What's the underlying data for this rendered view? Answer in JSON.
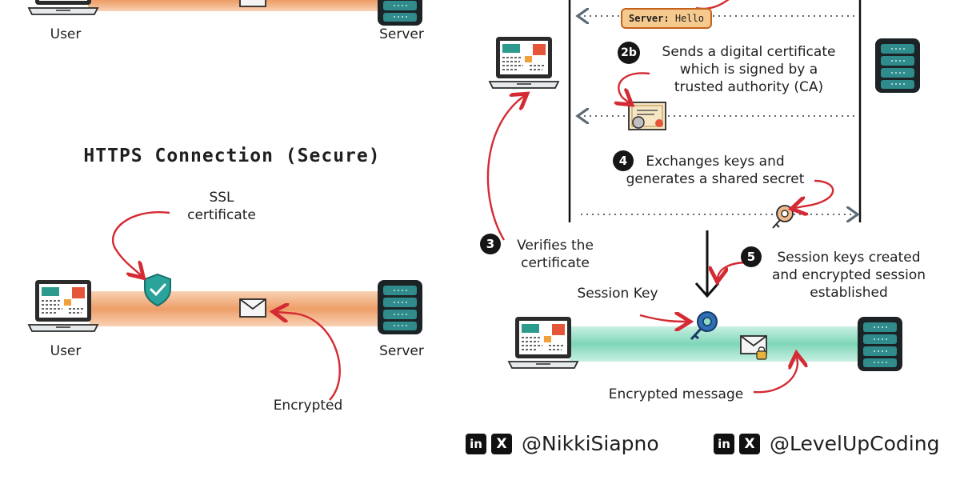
{
  "http_section": {
    "user_label": "User",
    "server_label": "Server"
  },
  "https_section": {
    "title": "HTTPS Connection (Secure)",
    "ssl_label": "SSL\ncertificate",
    "encrypted_label": "Encrypted",
    "user_label": "User",
    "server_label": "Server"
  },
  "handshake": {
    "hello_tag_prefix": "Server:",
    "hello_tag_text": "Hello",
    "step_2b_badge": "2b",
    "step_2b_text": "Sends a digital certificate\nwhich is signed by a\ntrusted authority (CA)",
    "step_3_badge": "3",
    "step_3_text": "Verifies the\ncertificate",
    "step_4_badge": "4",
    "step_4_text": "Exchanges keys and\ngenerates a shared secret",
    "step_5_badge": "5",
    "step_5_text": "Session keys created\nand encrypted session\nestablished",
    "session_key_label": "Session Key",
    "encrypted_message_label": "Encrypted message"
  },
  "colors": {
    "orange_pipe": "#ee9e68",
    "teal_pipe": "#8fdcc2",
    "red_arrow": "#d42a33",
    "server_teal": "#2f8b8c"
  },
  "footer": {
    "left_handle": "@NikkiSiapno",
    "right_handle": "@LevelUpCoding",
    "linkedin_glyph": "in",
    "x_glyph": "X"
  }
}
